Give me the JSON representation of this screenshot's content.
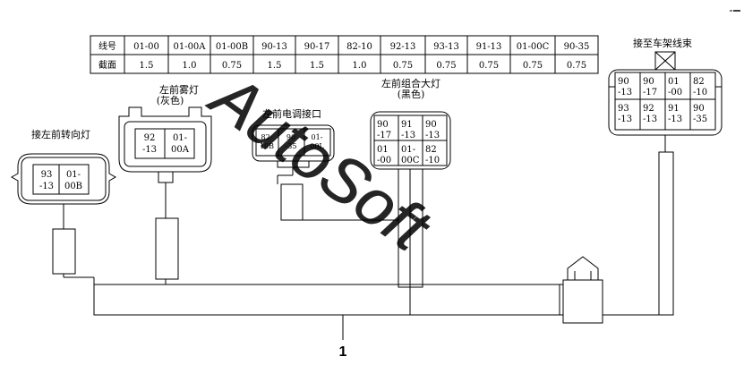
{
  "spec_table": {
    "row_headers": [
      "线号",
      "截面"
    ],
    "wire_numbers": [
      "01-00",
      "01-00A",
      "01-00B",
      "90-13",
      "90-17",
      "82-10",
      "92-13",
      "93-13",
      "91-13",
      "01-00C",
      "90-35"
    ],
    "sections": [
      "1.5",
      "1.0",
      "0.75",
      "1.5",
      "1.5",
      "1.0",
      "0.75",
      "0.75",
      "0.75",
      "0.75",
      "0.75"
    ]
  },
  "connectors": {
    "turn_light": {
      "label": "接左前转向灯",
      "pins": [
        "93\n-13",
        "01-\n00B"
      ]
    },
    "fog_light": {
      "label": "左前雾灯",
      "sublabel": "(灰色)",
      "pins": [
        "92\n-13",
        "01-\n00A"
      ]
    },
    "motor_connector": {
      "label": "左前电调接口",
      "pins": [
        "82-\n10B",
        "90\n-35",
        "01-\n00L"
      ]
    },
    "combination_lamp": {
      "label": "左前组合大灯",
      "sublabel": "(黑色)",
      "pins": [
        "90\n-17",
        "91\n-13",
        "90\n-13",
        "01\n-00",
        "01-\n00C",
        "82\n-10"
      ]
    },
    "frame_harness": {
      "label": "接至车架线束",
      "pins": [
        "90\n-13",
        "90\n-17",
        "01\n-00",
        "82\n-10",
        "93\n-13",
        "92\n-13",
        "91\n-13",
        "90\n-35"
      ]
    }
  },
  "harness_number": "1",
  "watermark": "AutoSoft"
}
